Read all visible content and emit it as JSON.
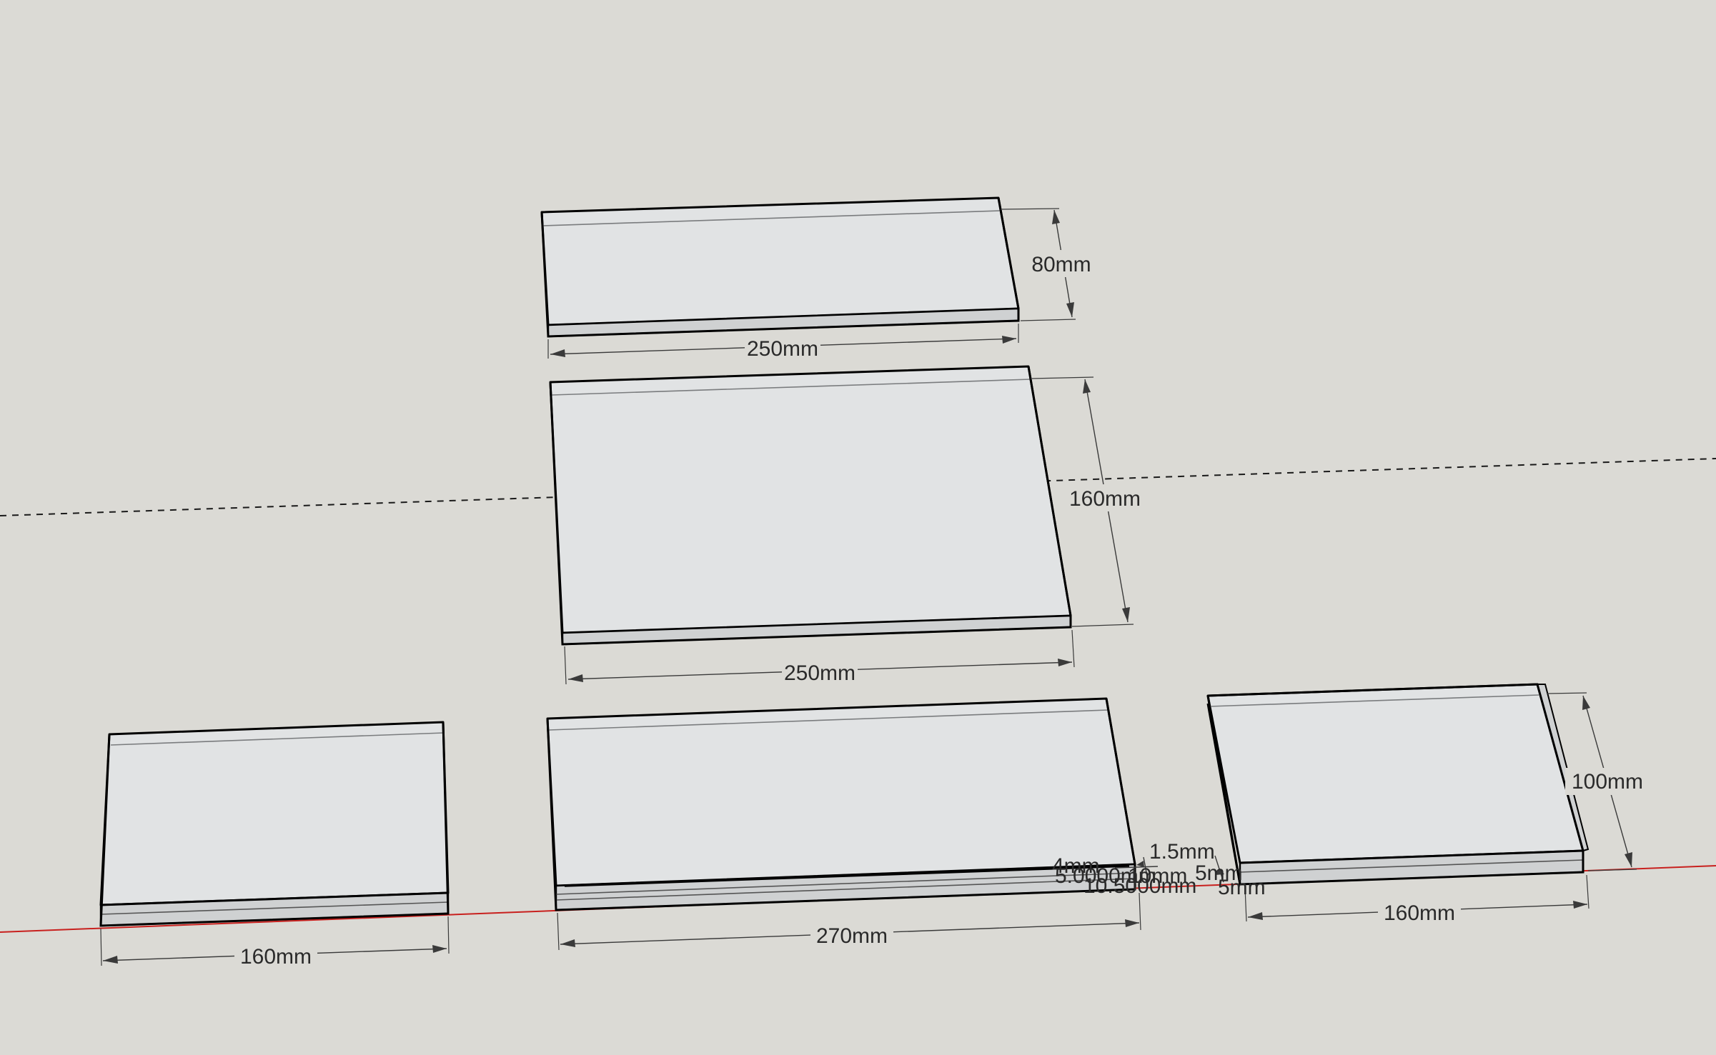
{
  "scene": {
    "colors": {
      "background": "#dbdad5",
      "panel_face": "#e1e3e4",
      "panel_edge": "#cfd1d2",
      "outline": "#000000",
      "red_axis": "#c8201e",
      "green_axis_dashed": "#1a1a1a",
      "dimension_text": "#2a2a2a"
    },
    "axes": {
      "red": "red-axis-line",
      "dashed": "dashed-axis-line"
    }
  },
  "dimensions": {
    "top_width": "250mm",
    "top_depth": "80mm",
    "middle_width": "250mm",
    "middle_depth": "160mm",
    "left_width": "160mm",
    "center_width": "270mm",
    "right_width": "160mm",
    "right_depth": "100mm",
    "small_a": "1.5mm",
    "small_b": "4mm",
    "small_c": "5.0000mm",
    "small_d": "10mm",
    "small_e": "5mm",
    "small_f": "10.5000mm",
    "small_g": "5mm"
  }
}
